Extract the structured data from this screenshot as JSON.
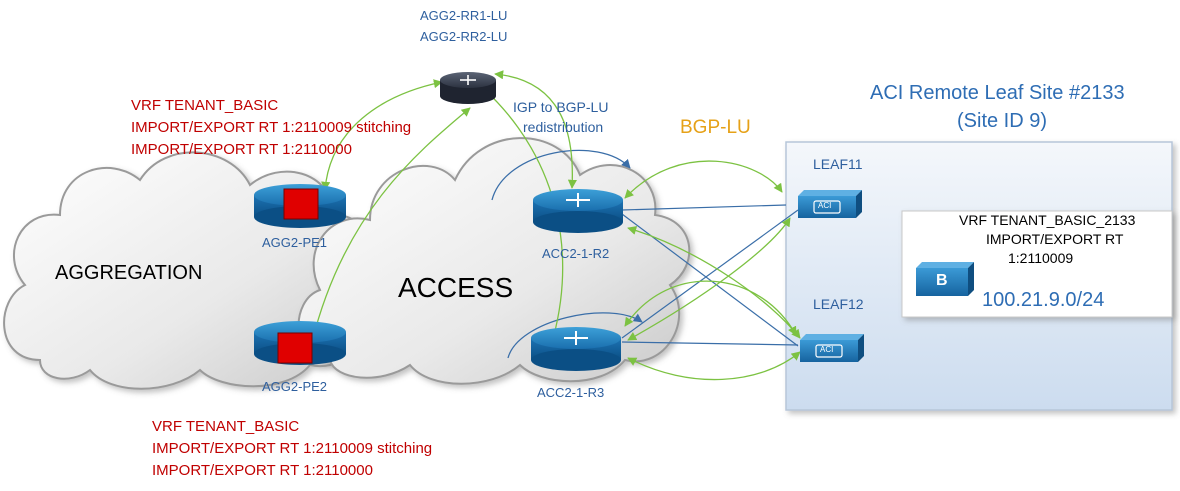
{
  "route_reflectors": [
    "AGG2-RR1-LU",
    "AGG2-RR2-LU"
  ],
  "redistribution_note": [
    "IGP to BGP-LU",
    "redistribution"
  ],
  "bgp_lu_label": "BGP-LU",
  "clouds": {
    "aggregation": "AGGREGATION",
    "access": "ACCESS"
  },
  "routers": {
    "pe1": "AGG2-PE1",
    "pe2": "AGG2-PE2",
    "r2": "ACC2-1-R2",
    "r3": "ACC2-1-R3"
  },
  "vrf_top": [
    "VRF TENANT_BASIC",
    "IMPORT/EXPORT RT 1:2110009 stitching",
    "IMPORT/EXPORT RT 1:2110000"
  ],
  "vrf_bottom": [
    "VRF TENANT_BASIC",
    "IMPORT/EXPORT RT 1:2110009 stitching",
    "IMPORT/EXPORT RT 1:2110000"
  ],
  "site": {
    "title": [
      "ACI Remote Leaf Site #2133",
      "(Site ID 9)"
    ],
    "leaf1": "LEAF11",
    "leaf2": "LEAF12",
    "leaf_badge": "ACI",
    "vrf": [
      "VRF TENANT_BASIC_2133",
      "IMPORT/EXPORT RT",
      "1:2110009"
    ],
    "bd_badge": "B",
    "subnet": "100.21.9.0/24"
  },
  "colors": {
    "device_label": "#2e5f9e",
    "vrf_text": "#c00000",
    "bgp_lu": "#e6a117",
    "green_arrow": "#7cc242",
    "blue_line": "#3a6ea8",
    "site_box": "#dce6f2"
  }
}
